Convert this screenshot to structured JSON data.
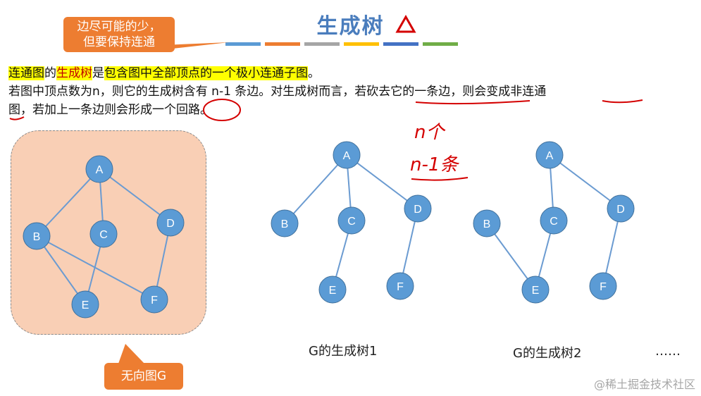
{
  "title": "生成树",
  "colors": {
    "accent_blue": "#4a7dbd",
    "callout_orange": "#ed7d31",
    "highlight_yellow": "#ffff00",
    "emphasis_red": "#c00000",
    "node_fill": "#5b9bd5",
    "panel_fill": "#f9cfb5"
  },
  "color_bars": [
    "#5b9bd5",
    "#ed7d31",
    "#a5a5a5",
    "#ffc000",
    "#4472c4",
    "#70ad47"
  ],
  "callouts": {
    "top_line1": "边尽可能的少，",
    "top_line2": "但要保持连通",
    "bottom": "无向图G"
  },
  "text": {
    "line1": {
      "p1": "连通图",
      "p2": "的",
      "p3": "生成树",
      "p4": "是",
      "p5": "包含图中全部顶点的一个极小连通子图",
      "p6": "。"
    },
    "line2": "若图中顶点数为n，则它的生成树含有 n-1 条边。对生成树而言，若砍去它的一条边，则会变成非连通",
    "line3": "图，若加上一条边则会形成一个回路。"
  },
  "handwriting": {
    "note1": "n个",
    "note2": "n-1条"
  },
  "graphs": {
    "labels": [
      "A",
      "B",
      "C",
      "D",
      "E",
      "F"
    ],
    "g_edges": [
      [
        "A",
        "B"
      ],
      [
        "A",
        "C"
      ],
      [
        "A",
        "D"
      ],
      [
        "B",
        "E"
      ],
      [
        "B",
        "F"
      ],
      [
        "C",
        "E"
      ],
      [
        "D",
        "F"
      ]
    ],
    "tree1_edges": [
      [
        "A",
        "B"
      ],
      [
        "A",
        "C"
      ],
      [
        "A",
        "D"
      ],
      [
        "C",
        "E"
      ],
      [
        "D",
        "F"
      ]
    ],
    "tree2_edges": [
      [
        "A",
        "C"
      ],
      [
        "A",
        "D"
      ],
      [
        "B",
        "E"
      ],
      [
        "C",
        "E"
      ],
      [
        "D",
        "F"
      ]
    ]
  },
  "captions": {
    "tree1": "G的生成树1",
    "tree2": "G的生成树2",
    "more": "……"
  },
  "watermark": "@稀土掘金技术社区"
}
